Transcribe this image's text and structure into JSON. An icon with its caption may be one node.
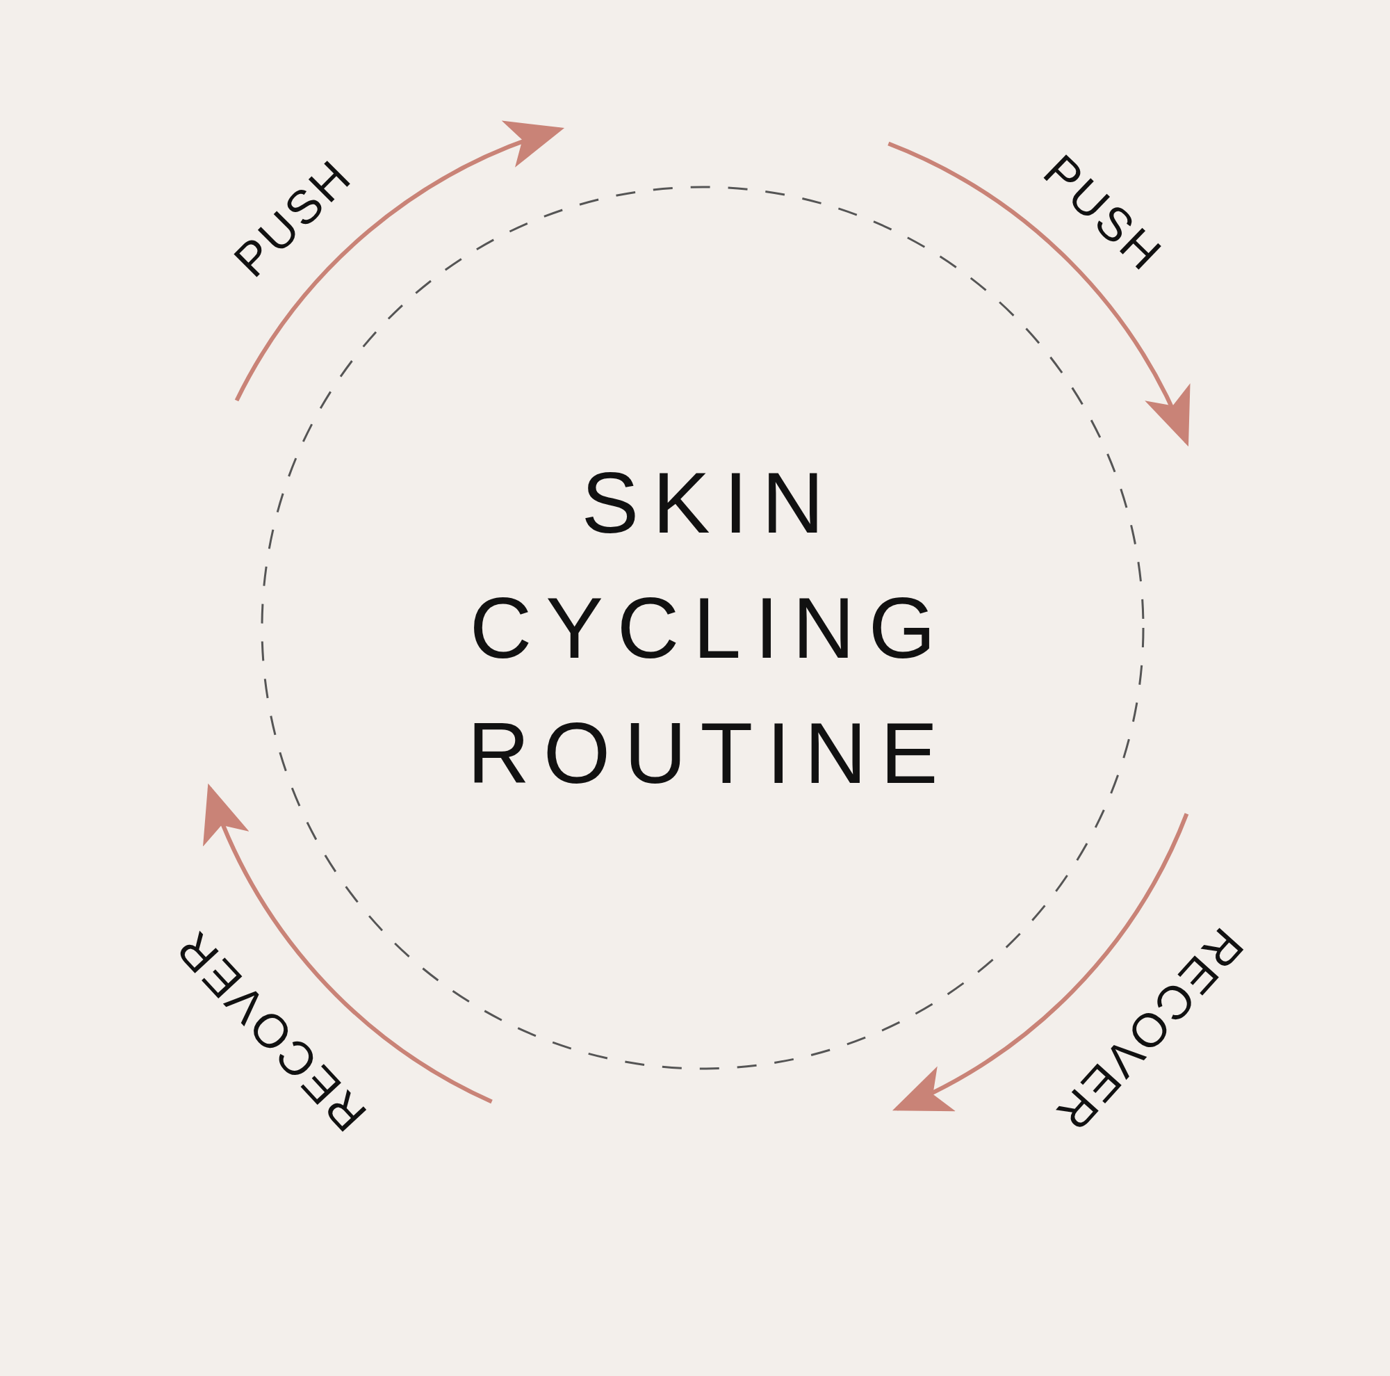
{
  "diagram": {
    "nodes": [
      {
        "text": [
          "SKIN CYCLING ROUTINE"
        ]
      }
    ],
    "labels": [
      "PUSH",
      "PUSH",
      "RECOVER",
      "RECOVER"
    ]
  }
}
